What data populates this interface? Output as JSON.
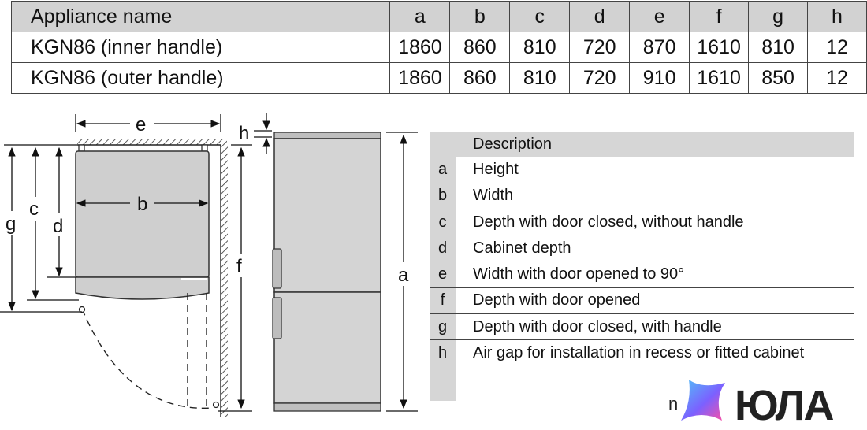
{
  "dimension_table": {
    "header": {
      "name": "Appliance name",
      "cols": [
        "a",
        "b",
        "c",
        "d",
        "e",
        "f",
        "g",
        "h"
      ]
    },
    "rows": [
      {
        "name": "KGN86 (inner handle)",
        "values": [
          "1860",
          "860",
          "810",
          "720",
          "870",
          "1610",
          "810",
          "12"
        ]
      },
      {
        "name": "KGN86 (outer handle)",
        "values": [
          "1860",
          "860",
          "810",
          "720",
          "910",
          "1610",
          "850",
          "12"
        ]
      }
    ]
  },
  "diagram": {
    "labels": {
      "e": "e",
      "b": "b",
      "c": "c",
      "d": "d",
      "g": "g",
      "h": "h",
      "f": "f",
      "a": "a"
    }
  },
  "legend": {
    "header": "Description",
    "items": [
      {
        "key": "a",
        "text": "Height"
      },
      {
        "key": "b",
        "text": "Width"
      },
      {
        "key": "c",
        "text": "Depth with door closed, without handle"
      },
      {
        "key": "d",
        "text": "Cabinet depth"
      },
      {
        "key": "e",
        "text": "Width with door opened to 90°"
      },
      {
        "key": "f",
        "text": "Depth with door opened"
      },
      {
        "key": "g",
        "text": "Depth with door closed, with handle"
      },
      {
        "key": "h",
        "text": "Air gap for installation in recess or fitted cabinet"
      }
    ]
  },
  "logo": {
    "small": "n",
    "word": "ЮЛА",
    "colors": {
      "gradient_start": "#4fc3f7",
      "gradient_mid": "#7b61ff",
      "gradient_end": "#ff4fa3"
    }
  }
}
